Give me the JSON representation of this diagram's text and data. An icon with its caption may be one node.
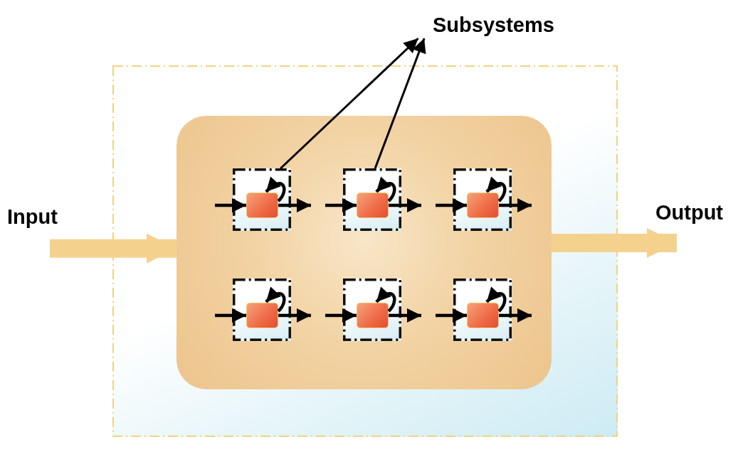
{
  "diagram": {
    "nodes": [
      {
        "text": [
          "Subsystems"
        ]
      },
      {
        "text": [],
        "shape": "box"
      },
      {
        "text": [],
        "shape": "box",
        "in": 1
      },
      {
        "text": [],
        "shape": "box",
        "in": 2
      },
      {
        "text": [],
        "shape": "box",
        "in": 3
      },
      {
        "text": [],
        "shape": "box",
        "in": 2
      },
      {
        "text": [],
        "shape": "box",
        "in": 5
      },
      {
        "text": [],
        "shape": "box",
        "in": 2
      },
      {
        "text": [],
        "shape": "box",
        "in": 7
      },
      {
        "text": [],
        "shape": "box",
        "in": 2
      },
      {
        "text": [],
        "shape": "box",
        "in": 9
      },
      {
        "text": [],
        "shape": "box",
        "in": 2
      },
      {
        "text": [],
        "shape": "box",
        "in": 11
      },
      {
        "text": [],
        "shape": "box",
        "in": 2
      },
      {
        "text": [],
        "shape": "box",
        "in": 13
      }
    ],
    "edges": [
      {
        "from": null,
        "to": 2,
        "arrow": "to",
        "label": "Input",
        "style": "thick",
        "color": "#f4d28e"
      },
      {
        "from": 2,
        "to": null,
        "arrow": "to",
        "label": "Output",
        "style": "thick",
        "color": "#f4d28e"
      },
      {
        "from": 3,
        "to": 0,
        "arrow": "to"
      },
      {
        "from": 5,
        "to": 0,
        "arrow": "to"
      },
      {
        "from": null,
        "to": 4,
        "arrow": "to"
      },
      {
        "from": 4,
        "to": 4,
        "arrow": "to"
      },
      {
        "from": 4,
        "to": null,
        "arrow": "to"
      },
      {
        "from": null,
        "to": 6,
        "arrow": "to"
      },
      {
        "from": 6,
        "to": 6,
        "arrow": "to"
      },
      {
        "from": 6,
        "to": null,
        "arrow": "to"
      },
      {
        "from": null,
        "to": 8,
        "arrow": "to"
      },
      {
        "from": 8,
        "to": 8,
        "arrow": "to"
      },
      {
        "from": 8,
        "to": null,
        "arrow": "to"
      },
      {
        "from": null,
        "to": 10,
        "arrow": "to"
      },
      {
        "from": 10,
        "to": 10,
        "arrow": "to"
      },
      {
        "from": 10,
        "to": null,
        "arrow": "to"
      },
      {
        "from": null,
        "to": 12,
        "arrow": "to"
      },
      {
        "from": 12,
        "to": 12,
        "arrow": "to"
      },
      {
        "from": 12,
        "to": null,
        "arrow": "to"
      },
      {
        "from": null,
        "to": 14,
        "arrow": "to"
      },
      {
        "from": 14,
        "to": 14,
        "arrow": "to"
      },
      {
        "from": 14,
        "to": null,
        "arrow": "to"
      }
    ]
  }
}
